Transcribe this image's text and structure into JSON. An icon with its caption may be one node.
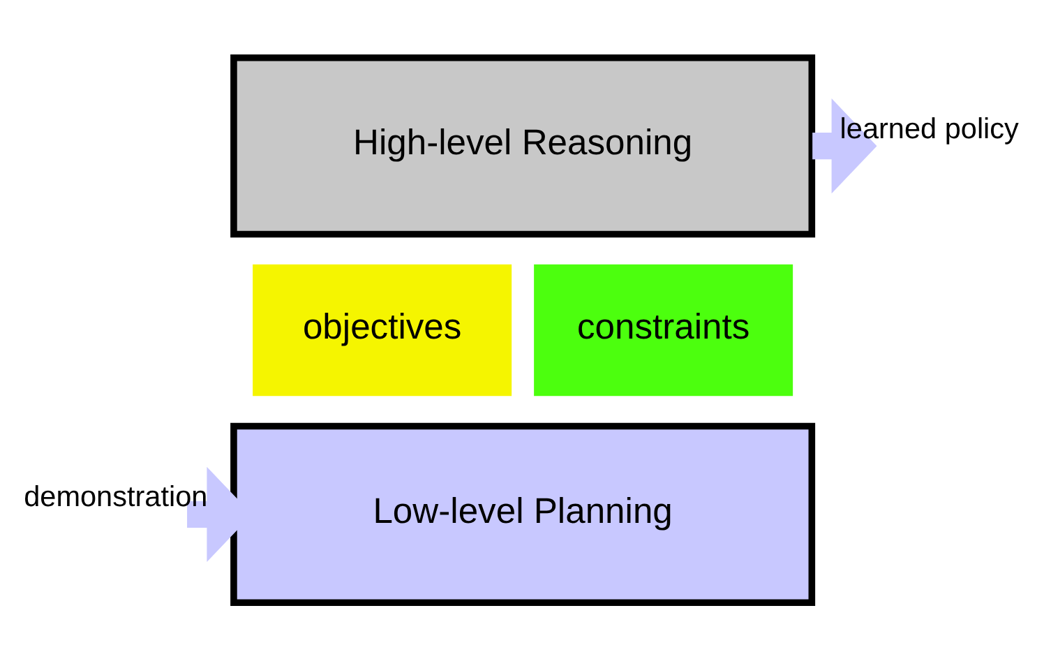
{
  "diagram": {
    "nodes": [
      {
        "text": [
          "High-level Reasoning"
        ]
      },
      {
        "text": [
          "objectives"
        ]
      },
      {
        "text": [
          "constraints"
        ]
      },
      {
        "text": [
          "Low-level Planning"
        ]
      }
    ],
    "edges": [
      {
        "from": null,
        "to": 3,
        "arrow": "to",
        "label": "demonstration"
      },
      {
        "from": 0,
        "to": null,
        "arrow": "to",
        "label": "learned policy"
      }
    ]
  }
}
